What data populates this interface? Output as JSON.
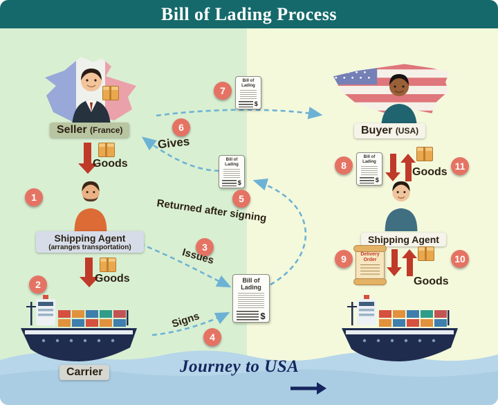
{
  "title": "Bill of Lading Process",
  "steps": [
    "1",
    "2",
    "3",
    "4",
    "5",
    "6",
    "7",
    "8",
    "9",
    "10",
    "11"
  ],
  "labels": {
    "seller": "Seller",
    "seller_country": "(France)",
    "buyer": "Buyer",
    "buyer_country": "(USA)",
    "goods": "Goods",
    "shipping_agent": "Shipping Agent",
    "shipping_agent_sub": "(arranges transportation)",
    "carrier": "Carrier",
    "gives": "Gives",
    "issues": "Issues",
    "signs": "Signs",
    "returned": "Returned after signing",
    "journey": "Journey to USA",
    "bill_of_lading": "Bill of Lading",
    "delivery_order": "Delivery Order",
    "dollar": "$"
  },
  "icons": {
    "package": "goods-box",
    "bill_of_lading_doc": "invoice-document",
    "delivery_order_doc": "scroll-document",
    "ship": "container-ship",
    "france_map": "france-flag-map",
    "usa_map": "usa-flag-map",
    "seller": "person-in-suit",
    "buyer": "person",
    "shipping_agent": "person"
  },
  "colors": {
    "header_bg": "#15696b",
    "left_bg": "#d9efd2",
    "right_bg": "#f4f9dc",
    "water": "#b7d6e9",
    "step_badge": "#e57363",
    "arrow_red": "#bf3a28",
    "dashed_blue": "#6cb2d4",
    "journey_navy": "#15255e",
    "label_dark": "#2b2114"
  }
}
